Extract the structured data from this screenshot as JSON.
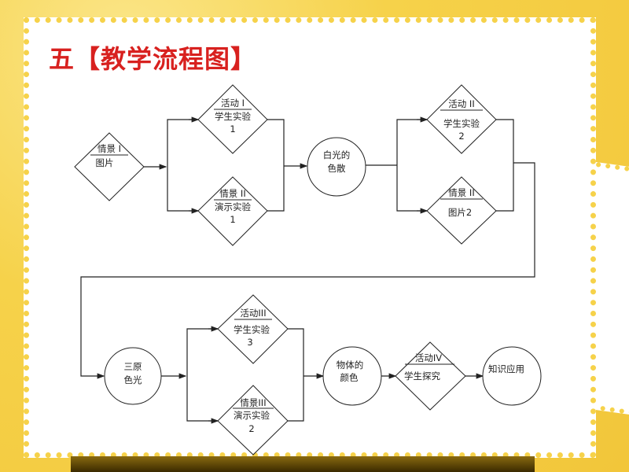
{
  "title": "五【教学流程图】",
  "nodes": {
    "d1": {
      "top": "情景 I",
      "bottom": "图片",
      "num": ""
    },
    "d2": {
      "top": "活动 I",
      "bottom": "学生实验",
      "num": "1"
    },
    "d3": {
      "top": "情景 II",
      "bottom": "演示实验",
      "num": "1"
    },
    "c1": {
      "line1": "白光的",
      "line2": "色散"
    },
    "d4": {
      "top": "活动 II",
      "bottom": "学生实验",
      "num": "2"
    },
    "d5": {
      "top": "情景 II",
      "bottom": "图片2",
      "num": ""
    },
    "c2": {
      "line1": "三原",
      "line2": "色光"
    },
    "d6": {
      "top": "活动III",
      "bottom": "学生实验",
      "num": "3"
    },
    "d7": {
      "top": "情景III",
      "bottom": "演示实验",
      "num": "2"
    },
    "c3": {
      "line1": "物体的",
      "line2": "颜色"
    },
    "d8": {
      "top": "活动IV",
      "bottom": "学生探究",
      "num": ""
    },
    "c4": {
      "line1": "知识应用",
      "line2": ""
    }
  }
}
